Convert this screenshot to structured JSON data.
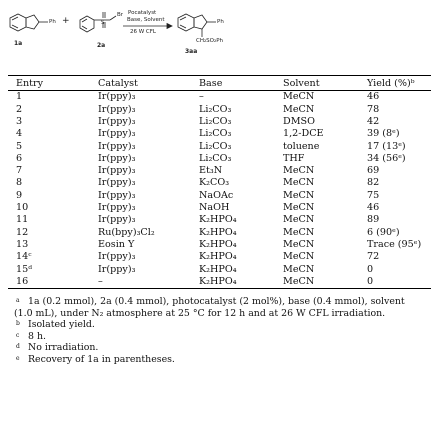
{
  "scheme": {
    "reactant1_label": "1a",
    "reactant2_label": "2a",
    "product_label": "3aa",
    "plus": "+",
    "substituent_ph": "Ph",
    "br": "Br",
    "arrow_above_1": "Pocatalyst",
    "arrow_above_2": "Base, Solvent",
    "arrow_below": "26 W CFL",
    "product_sub": "CH₂SO₂Ph"
  },
  "table": {
    "headers": [
      "Entry",
      "Catalyst",
      "Base",
      "Solvent",
      "Yield (%)ᵇ"
    ],
    "rows": [
      [
        "1",
        "Ir(ppy)₃",
        "–",
        "MeCN",
        "46"
      ],
      [
        "2",
        "Ir(ppy)₃",
        "Li₂CO₃",
        "MeCN",
        "78"
      ],
      [
        "3",
        "Ir(ppy)₃",
        "Li₂CO₃",
        "DMSO",
        "42"
      ],
      [
        "4",
        "Ir(ppy)₃",
        "Li₂CO₃",
        "1,2-DCE",
        "39 (8ᵉ)"
      ],
      [
        "5",
        "Ir(ppy)₃",
        "Li₂CO₃",
        "toluene",
        "17 (13ᵉ)"
      ],
      [
        "6",
        "Ir(ppy)₃",
        "Li₂CO₃",
        "THF",
        "34 (56ᵉ)"
      ],
      [
        "7",
        "Ir(ppy)₃",
        "Et₃N",
        "MeCN",
        "69"
      ],
      [
        "8",
        "Ir(ppy)₃",
        "K₂CO₃",
        "MeCN",
        "82"
      ],
      [
        "9",
        "Ir(ppy)₃",
        "NaOAc",
        "MeCN",
        "75"
      ],
      [
        "10",
        "Ir(ppy)₃",
        "NaOH",
        "MeCN",
        "46"
      ],
      [
        "11",
        "Ir(ppy)₃",
        "K₂HPO₄",
        "MeCN",
        "89"
      ],
      [
        "12",
        "Ru(bpy)₃Cl₂",
        "K₂HPO₄",
        "MeCN",
        "6 (90ᵉ)"
      ],
      [
        "13",
        "Eosin Y",
        "K₂HPO₄",
        "MeCN",
        "Trace (95ᵉ)"
      ],
      [
        "14ᶜ",
        "Ir(ppy)₃",
        "K₂HPO₄",
        "MeCN",
        "72"
      ],
      [
        "15ᵈ",
        "Ir(ppy)₃",
        "K₂HPO₄",
        "MeCN",
        "0"
      ],
      [
        "16",
        "–",
        "K₂HPO₄",
        "MeCN",
        "0"
      ]
    ]
  },
  "notes": {
    "a_mark": "a",
    "a_line1": "1a (0.2 mmol), 2a (0.4 mmol), photocatalyst (2 mol%), base (0.4 mmol), solvent",
    "a_line2": "(1.0 mL), under N₂ atmosphere at 25 °C for 12 h and at 26 W CFL irradiation.",
    "b_mark": "b",
    "b_text": "Isolated yield.",
    "c_mark": "c",
    "c_text": "8 h.",
    "d_mark": "d",
    "d_text": "No irradiation.",
    "e_mark": "e",
    "e_text": "Recovery of 1a in parentheses."
  }
}
